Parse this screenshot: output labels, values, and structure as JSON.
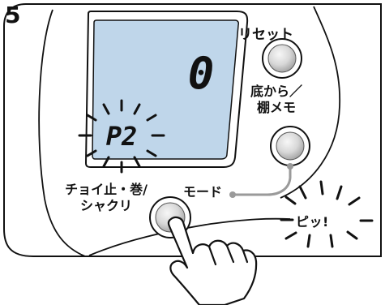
{
  "step_number": "5",
  "buttons": {
    "reset_label": "リセット",
    "bottom_shelf_memo_label": "底から／\n棚メモ",
    "mode_label": "モード",
    "jig_winding_label": "チョイ止・巻/\nシャクリ"
  },
  "display": {
    "main_value": "0",
    "mode_value": "P2"
  },
  "beep_text": "ピッ!",
  "colors": {
    "lcd": "#bfd6ea",
    "outline": "#111111",
    "button": "#cfcfcf",
    "button_highlight": "#f5f5f5",
    "leader": "#9a9a9a"
  },
  "icons": [
    "hand-pointer-icon",
    "blink-rays-icon",
    "beep-rays-icon"
  ]
}
